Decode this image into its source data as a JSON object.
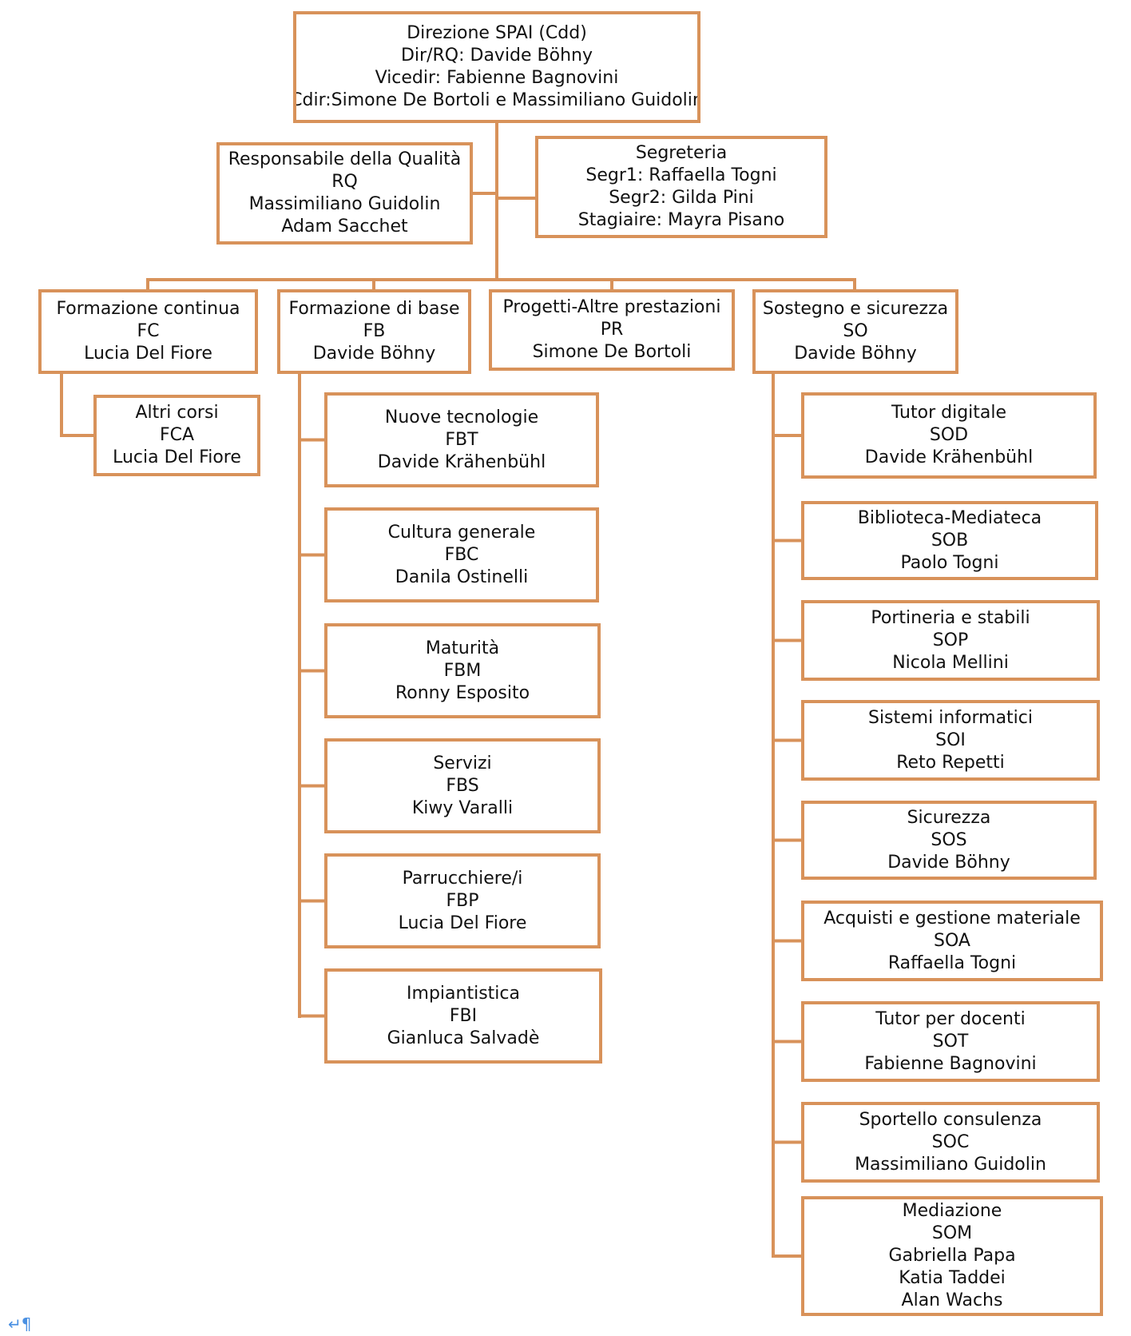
{
  "nodes": {
    "root": {
      "lines": [
        "Direzione SPAI (Cdd)",
        "Dir/RQ: Davide Böhny",
        "Vicedir: Fabienne Bagnovini",
        "Cdir:Simone De Bortoli e Massimiliano Guidolin"
      ]
    },
    "rq": {
      "lines": [
        "Responsabile della Qualità",
        "RQ",
        "Massimiliano Guidolin",
        "Adam Sacchet"
      ]
    },
    "segr": {
      "lines": [
        "Segreteria",
        "Segr1: Raffaella  Togni",
        "Segr2: Gilda  Pini",
        "Stagiaire: Mayra Pisano"
      ]
    },
    "fc": {
      "lines": [
        "Formazione continua",
        "FC",
        "Lucia Del Fiore"
      ]
    },
    "fb": {
      "lines": [
        "Formazione di base",
        "FB",
        "Davide Böhny"
      ]
    },
    "pr": {
      "lines": [
        "Progetti-Altre prestazioni",
        "PR",
        "Simone De Bortoli"
      ]
    },
    "so": {
      "lines": [
        "Sostegno e sicurezza",
        "SO",
        "Davide Böhny"
      ]
    },
    "fca": {
      "lines": [
        "Altri corsi",
        "FCA",
        "Lucia Del Fiore"
      ]
    },
    "fbt": {
      "lines": [
        "Nuove tecnologie",
        "FBT",
        "Davide Krähenbühl"
      ]
    },
    "fbc": {
      "lines": [
        "Cultura generale",
        "FBC",
        "Danila Ostinelli"
      ]
    },
    "fbm": {
      "lines": [
        "Maturità",
        "FBM",
        "Ronny Esposito"
      ]
    },
    "fbs": {
      "lines": [
        "Servizi",
        "FBS",
        "Kiwy Varalli"
      ]
    },
    "fbp": {
      "lines": [
        "Parrucchiere/i",
        "FBP",
        "Lucia Del Fiore"
      ]
    },
    "fbi": {
      "lines": [
        "Impiantistica",
        "FBI",
        "Gianluca Salvadè"
      ]
    },
    "sod": {
      "lines": [
        "Tutor digitale",
        "SOD",
        "Davide Krähenbühl"
      ]
    },
    "sob": {
      "lines": [
        "Biblioteca-Mediateca",
        "SOB",
        "Paolo Togni"
      ]
    },
    "sop": {
      "lines": [
        "Portineria e stabili",
        "SOP",
        "Nicola Mellini"
      ]
    },
    "soi": {
      "lines": [
        "Sistemi informatici",
        "SOI",
        "Reto Repetti"
      ]
    },
    "sos": {
      "lines": [
        "Sicurezza",
        "SOS",
        "Davide Böhny"
      ]
    },
    "soa": {
      "lines": [
        "Acquisti e gestione materiale",
        "SOA",
        "Raffaella Togni"
      ]
    },
    "sot": {
      "lines": [
        "Tutor per docenti",
        "SOT",
        "Fabienne Bagnovini"
      ]
    },
    "soc": {
      "lines": [
        "Sportello consulenza",
        "SOC",
        "Massimiliano Guidolin"
      ]
    },
    "som": {
      "lines": [
        "Mediazione",
        "SOM",
        "Gabriella Papa",
        "Katia Taddei",
        "Alan Wachs"
      ]
    }
  },
  "colors": {
    "border": "#D8925A",
    "connector": "#D8925A",
    "text": "#111111",
    "corner_mark": "#4a90e2"
  },
  "corner_mark_icon": "pilcrow-icon"
}
